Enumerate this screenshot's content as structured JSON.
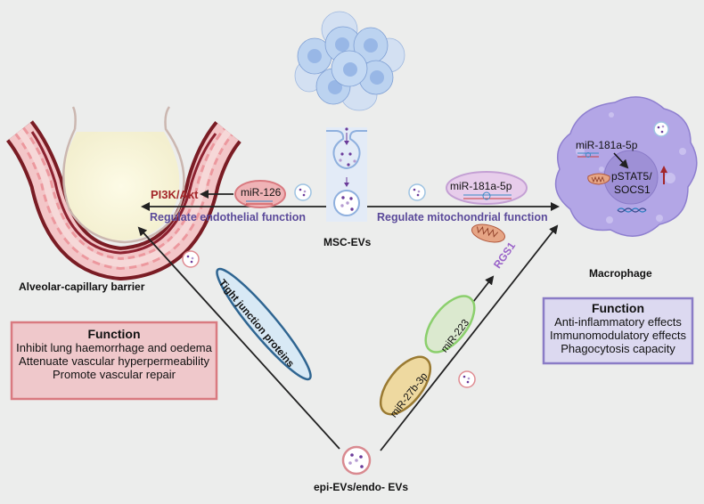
{
  "nodes": {
    "msc": {
      "label": "MSC-EVs"
    },
    "alveolar": {
      "label": "Alveolar-capillary barrier"
    },
    "macrophage": {
      "label": "Macrophage"
    },
    "epi": {
      "label": "epi-EVs/endo- EVs"
    }
  },
  "edges": {
    "msc_to_alveolar": {
      "pathway": "PI3K/Akt",
      "mirna": "miR-126",
      "caption": "Regulate endothelial function"
    },
    "msc_to_macrophage": {
      "mirna": "miR-181a-5p",
      "caption": "Regulate mitochondrial function"
    },
    "epi_to_alveolar": {
      "mediator": "Tight junction proteins"
    },
    "epi_to_macrophage": {
      "mirnas": [
        "miR-27b-3p",
        "miR-223"
      ],
      "target": "RGS1"
    }
  },
  "macrophage_inner": {
    "mirna": "miR-181a-5p",
    "target_line1": "pSTAT5/",
    "target_line2": "SOCS1"
  },
  "function_boxes": {
    "alveolar": {
      "title": "Function",
      "items": [
        "Inhibit lung haemorrhage and oedema",
        "Attenuate vascular hyperpermeability",
        "Promote vascular repair"
      ]
    },
    "macrophage": {
      "title": "Function",
      "items": [
        "Anti-inflammatory effects",
        "Immunomodulatory effects",
        "Phagocytosis capacity"
      ]
    }
  },
  "colors": {
    "background": "#ecedec",
    "pathway_red": "#a3262a",
    "caption_purple": "#5b4a9a",
    "rgs1_purple": "#9a63c9",
    "alveolar_box_fill": "#efc8cb",
    "alveolar_box_border": "#d97a80",
    "macrophage_box_fill": "#dcd9f0",
    "macrophage_box_border": "#8a7cc6",
    "mir126_fill": "#efb3b6",
    "mir181_fill": "#e7cdeb",
    "mir223_fill": "#dbe9cf",
    "mir27_fill": "#eed9a0",
    "tjp_fill": "#d8e9f5"
  }
}
